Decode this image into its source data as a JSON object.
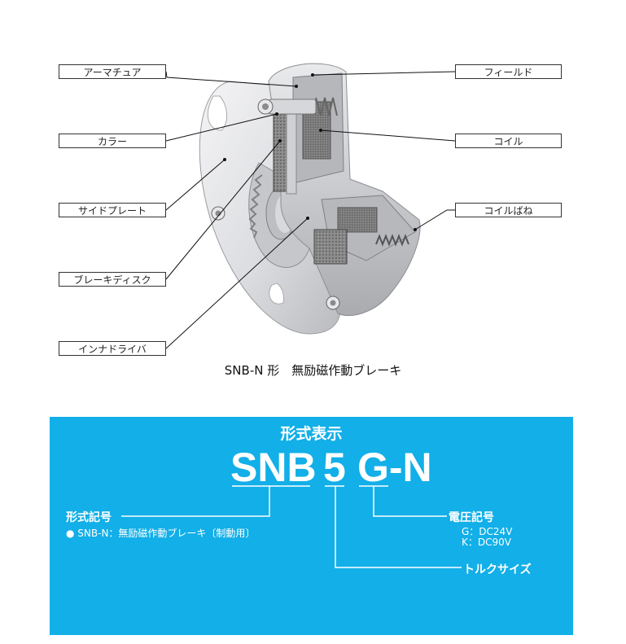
{
  "labels": {
    "armature": "アーマチュア",
    "collar": "カラー",
    "side_plate": "サイドプレート",
    "brake_disc": "ブレーキディスク",
    "inner_driver": "インナドライバ",
    "field": "フィールド",
    "coil": "コイル",
    "coil_spring": "コイルばね"
  },
  "caption": "SNB-N 形　無励磁作動ブレーキ",
  "model_display": {
    "title": "形式表示",
    "series": "SNB",
    "size": "5",
    "suffix": "G-N",
    "type_code_label": "形式記号",
    "type_code_desc": "● SNB-N：無励磁作動ブレーキ〔制動用〕",
    "voltage_label": "電圧記号",
    "voltage_options": [
      "G：DC24V",
      "K：DC90V"
    ],
    "torque_label": "トルクサイズ"
  },
  "colors": {
    "panel": "#12afe8",
    "text_on_panel": "#ffffff"
  }
}
